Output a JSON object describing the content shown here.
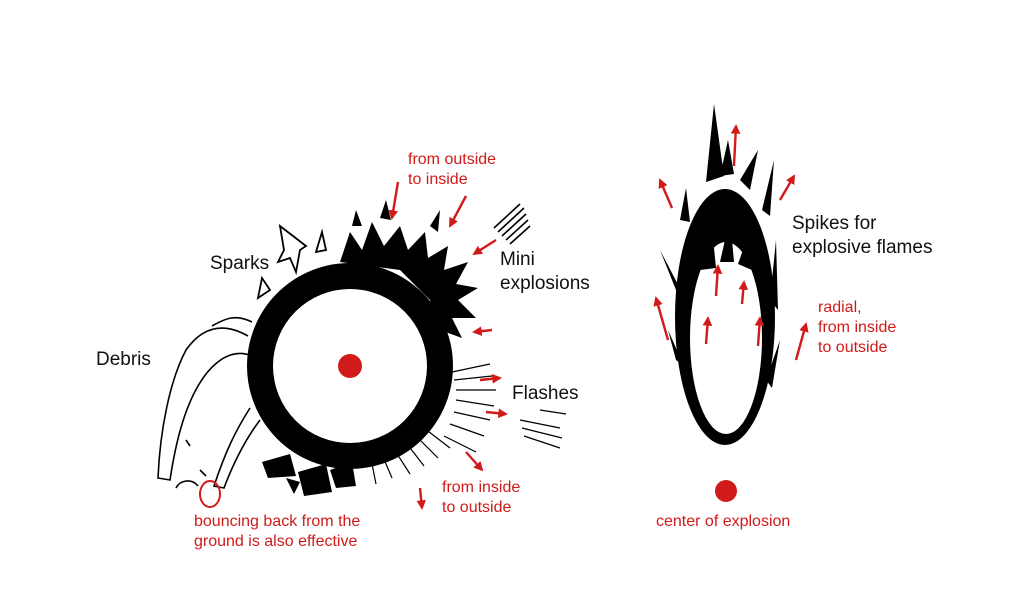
{
  "colors": {
    "ink": "#000000",
    "accent": "#d11a1a",
    "background": "#ffffff"
  },
  "left_diagram": {
    "labels": {
      "sparks": "Sparks",
      "debris": "Debris",
      "mini_explosions": [
        "Mini",
        "explosions"
      ],
      "flashes": "Flashes"
    },
    "annotations": {
      "outside_to_inside": [
        "from outside",
        "to inside"
      ],
      "inside_to_outside": [
        "from inside",
        "to outside"
      ],
      "bounce": [
        "bouncing back from the",
        "ground is also effective"
      ]
    }
  },
  "right_diagram": {
    "labels": {
      "spikes": [
        "Spikes for",
        "explosive flames"
      ]
    },
    "annotations": {
      "radial": [
        "radial,",
        "from inside",
        "to outside"
      ],
      "center": "center of explosion"
    }
  }
}
